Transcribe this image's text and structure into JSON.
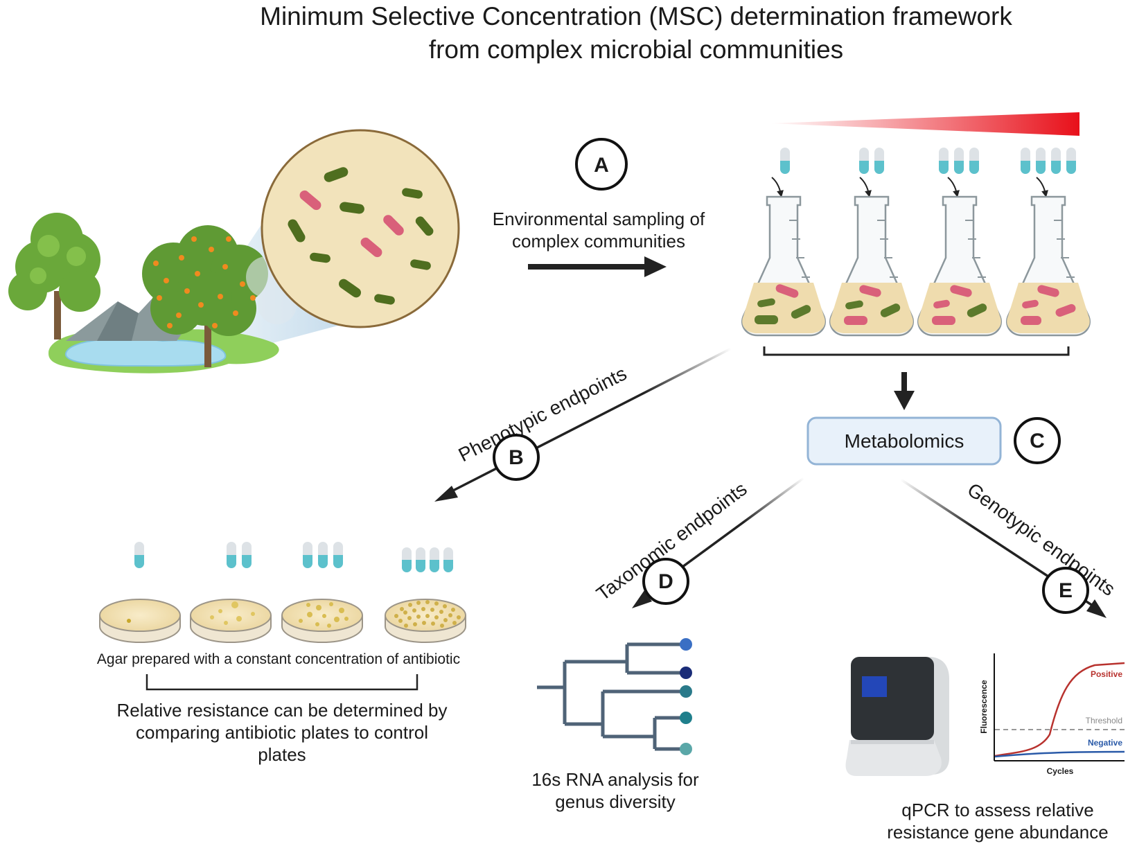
{
  "title_line1": "Minimum Selective Concentration (MSC) determination framework",
  "title_line2": "from complex microbial communities",
  "step_a": {
    "badge": "A",
    "label_line1": "Environmental sampling of",
    "label_line2": "complex communities"
  },
  "step_b": {
    "badge": "B",
    "arrow_label": "Phenotypic endpoints",
    "agar_label": "Agar prepared with a constant concentration of antibiotic",
    "summary_line1": "Relative resistance can be determined by",
    "summary_line2": "comparing antibiotic plates to control",
    "summary_line3": "plates"
  },
  "step_c": {
    "badge": "C",
    "box_label": "Metabolomics"
  },
  "step_d": {
    "badge": "D",
    "arrow_label": "Taxonomic endpoints",
    "caption_line1": "16s RNA analysis for",
    "caption_line2": "genus diversity"
  },
  "step_e": {
    "badge": "E",
    "arrow_label": "Genotypic endpoints",
    "caption_line1": "qPCR to assess relative",
    "caption_line2": "resistance gene abundance"
  },
  "chart_data": {
    "type": "line",
    "xlabel": "Cycles",
    "ylabel": "Fluorescence",
    "series": [
      {
        "name": "Positive",
        "color": "#b8322e"
      },
      {
        "name": "Negative",
        "color": "#2a5aa8"
      }
    ],
    "threshold_label": "Threshold"
  },
  "colors": {
    "badge_stroke": "#111111",
    "metabolomics_fill": "#e8f1fa",
    "metabolomics_stroke": "#93b4d6",
    "capsule_teal": "#5cc1cc",
    "gradient_red": "#e8101a",
    "broth": "#efdcae",
    "pink_bacteria": "#d9607a",
    "green_bacteria": "#5c7a2c"
  }
}
